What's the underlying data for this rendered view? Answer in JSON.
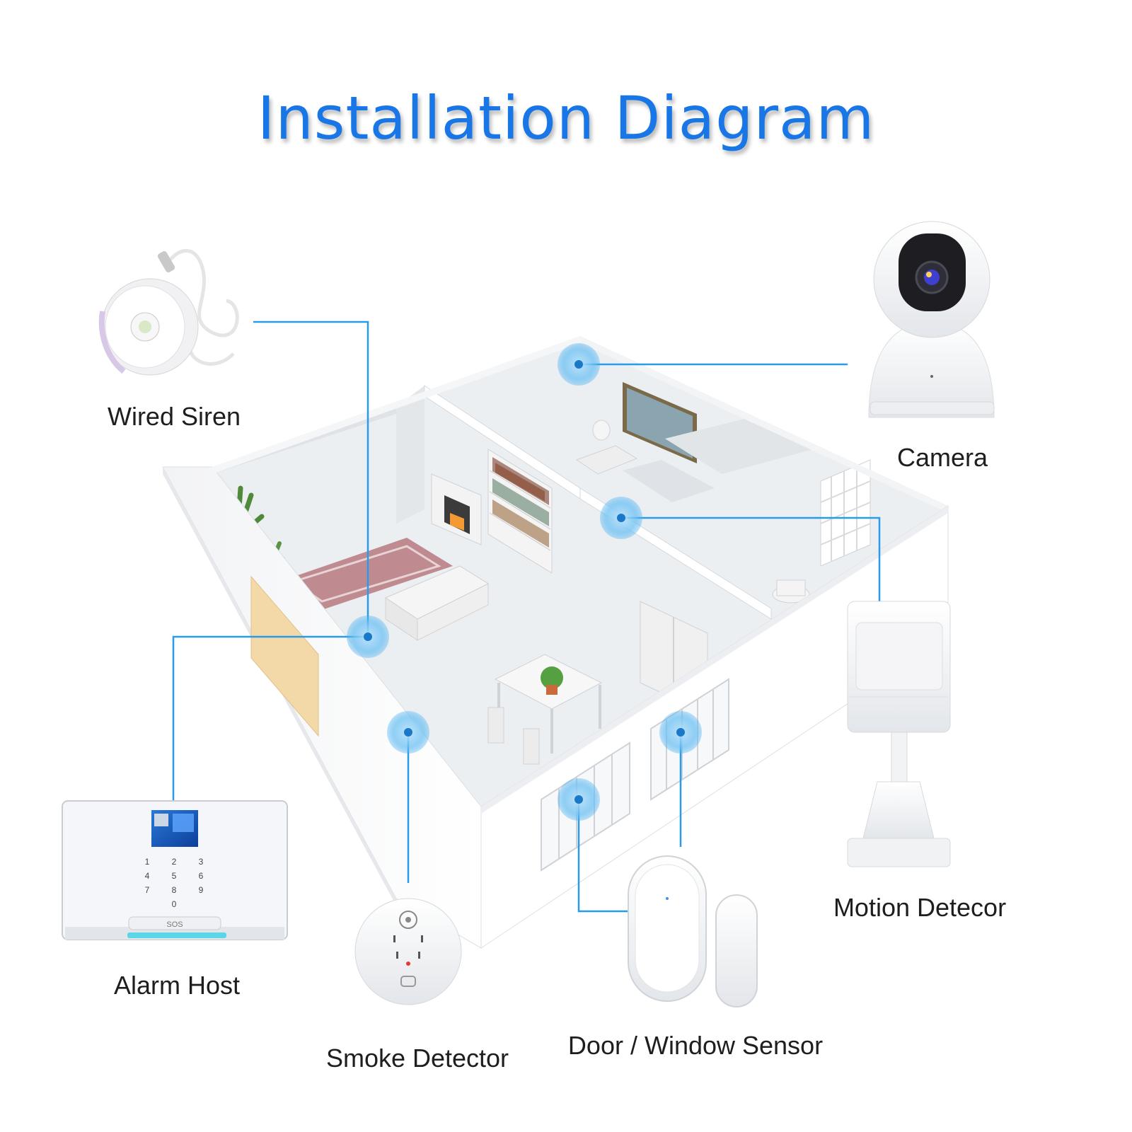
{
  "title": "Installation Diagram",
  "colors": {
    "title": "#1976e6",
    "connector": "#2a9be8",
    "hotspot": "#4ab0f0",
    "hotspot_center": "#1a78c8",
    "wall": "#ffffff",
    "floor": "#e9ecef"
  },
  "devices": [
    {
      "id": "siren",
      "label": "Wired Siren",
      "icon": "siren-icon"
    },
    {
      "id": "camera",
      "label": "Camera",
      "icon": "camera-icon"
    },
    {
      "id": "motion",
      "label": "Motion Detecor",
      "icon": "motion-detector-icon"
    },
    {
      "id": "host",
      "label": "Alarm Host",
      "icon": "alarm-host-icon"
    },
    {
      "id": "smoke",
      "label": "Smoke Detector",
      "icon": "smoke-detector-icon"
    },
    {
      "id": "door",
      "label": "Door / Window Sensor",
      "icon": "door-sensor-icon"
    }
  ],
  "keypad": [
    "1",
    "2",
    "3",
    "4",
    "5",
    "6",
    "7",
    "8",
    "9",
    "",
    "0",
    ""
  ],
  "keypad_sos": "SOS"
}
